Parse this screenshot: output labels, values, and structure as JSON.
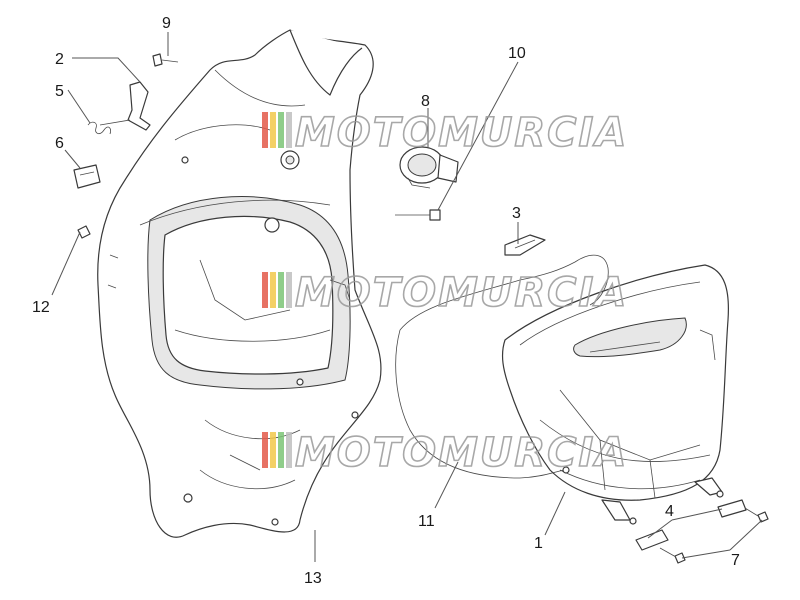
{
  "callouts": [
    "1",
    "2",
    "3",
    "4",
    "5",
    "6",
    "7",
    "8",
    "9",
    "10",
    "11",
    "12",
    "13"
  ],
  "watermark": {
    "text": "MOTOMURCIA",
    "stripe_colors": [
      "#e35a4a",
      "#f2c84b",
      "#7cc576",
      "#bfbfbf"
    ]
  },
  "colors": {
    "line": "#3a3a3a",
    "shade": "#e7e7e7",
    "watermark": "#9a9a9a"
  }
}
